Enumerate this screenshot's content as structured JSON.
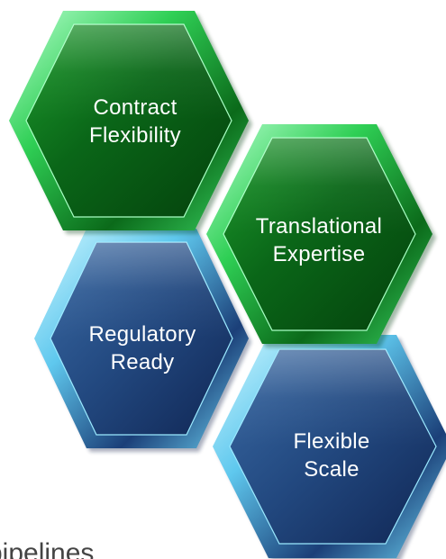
{
  "hexagons": {
    "contract_flexibility": {
      "line1": "Contract",
      "line2": "Flexibility",
      "theme": "green"
    },
    "translational_expertise": {
      "line1": "Translational",
      "line2": "Expertise",
      "theme": "green"
    },
    "regulatory_ready": {
      "line1": "Regulatory",
      "line2": "Ready",
      "theme": "blue"
    },
    "flexible_scale": {
      "line1": "Flexible",
      "line2": "Scale",
      "theme": "blue"
    }
  },
  "bottom_text": "pipelines",
  "colors": {
    "green_dark": "#064a10",
    "green_mid": "#0f7a1c",
    "green_glow": "#7dffb0",
    "blue_dark": "#12285a",
    "blue_mid": "#2a5590",
    "blue_glow": "#8fe7ff"
  }
}
